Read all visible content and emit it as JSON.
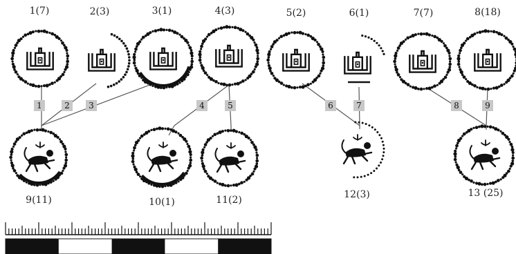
{
  "colors": {
    "ink": "#111111",
    "link_line": "#555555",
    "edge_label_bg": "#c8c8c8",
    "background": "#ffffff"
  },
  "upper_types": [
    {
      "label": "1(7)",
      "icon": "castle-seal-icon"
    },
    {
      "label": "2(3)",
      "icon": "castle-seal-icon"
    },
    {
      "label": "3(1)",
      "icon": "castle-seal-icon"
    },
    {
      "label": "4(3)",
      "icon": "castle-seal-icon"
    },
    {
      "label": "5(2)",
      "icon": "castle-seal-icon"
    },
    {
      "label": "6(1)",
      "icon": "castle-seal-icon"
    },
    {
      "label": "7(7)",
      "icon": "castle-seal-icon"
    },
    {
      "label": "8(18)",
      "icon": "castle-seal-icon"
    }
  ],
  "lower_types": [
    {
      "label": "9(11)",
      "icon": "lion-seal-icon"
    },
    {
      "label": "10(1)",
      "icon": "lion-seal-icon"
    },
    {
      "label": "11(2)",
      "icon": "lion-seal-icon"
    },
    {
      "label": "12(3)",
      "icon": "lion-seal-icon"
    },
    {
      "label": "13 (25)",
      "icon": "lion-seal-icon"
    }
  ],
  "links": [
    {
      "label": "1"
    },
    {
      "label": "2"
    },
    {
      "label": "3"
    },
    {
      "label": "4"
    },
    {
      "label": "5"
    },
    {
      "label": "6"
    },
    {
      "label": "7"
    },
    {
      "label": "8"
    },
    {
      "label": "9"
    }
  ],
  "scale_bar": {
    "icon": "scale-bar-icon"
  }
}
